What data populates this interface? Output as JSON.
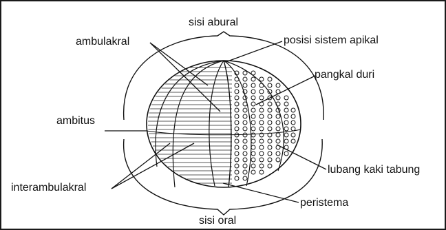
{
  "labels": {
    "top": "sisi abural",
    "bottom": "sisi oral",
    "ambulakral": "ambulakral",
    "apical": "posisi sistem apikal",
    "spine_base": "pangkal duri",
    "ambitus": "ambitus",
    "tube_feet": "lubang kaki tabung",
    "interambulakral": "interambulakral",
    "peristome": "peristema"
  },
  "colors": {
    "ink": "#111111",
    "background": "#ffffff"
  }
}
